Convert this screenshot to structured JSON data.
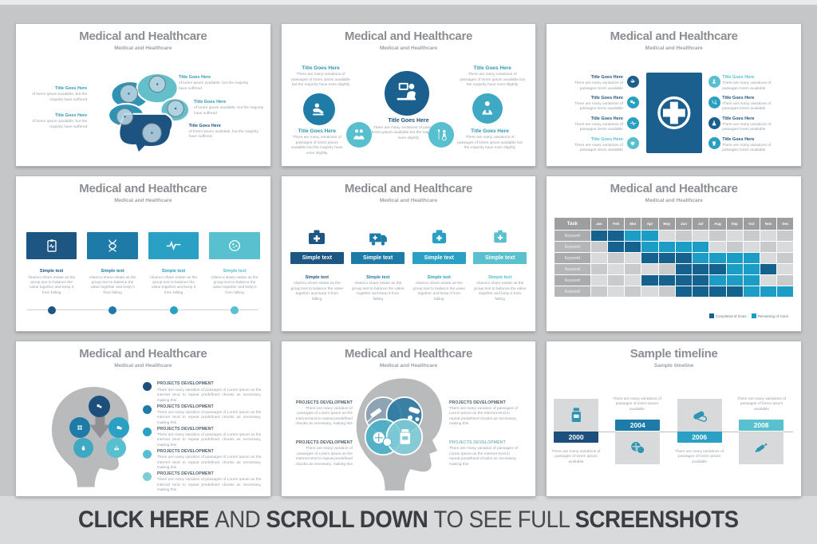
{
  "banner": {
    "segments": [
      {
        "text": "CLICK HERE ",
        "bold": true
      },
      {
        "text": "AND ",
        "bold": false
      },
      {
        "text": "SCROLL DOWN ",
        "bold": true
      },
      {
        "text": "TO SEE FULL ",
        "bold": false
      },
      {
        "text": "SCREENSHOTS",
        "bold": true
      }
    ]
  },
  "colors": {
    "navy": "#1d5380",
    "blue": "#1f7ca7",
    "teal": "#2aa0c0",
    "light_teal": "#58bfcf",
    "lighter_teal": "#7fccd6",
    "gantt_completed": "#16628f",
    "gantt_remaining": "#1b9dc6",
    "title_gray": "#8b8e92",
    "body_gray": "#9aa0a6",
    "gray_box": "#d8d9da"
  },
  "slides": {
    "brain": {
      "title": "Medical and Healthcare",
      "subtitle": "Medical and Healthcare",
      "labels": [
        {
          "title": "Title Goes Here",
          "body": "of lorem ipsum available, but the majority have suffered"
        },
        {
          "title": "Title Goes Here",
          "body": "of lorem ipsum available, but the majority have suffered"
        },
        {
          "title": "Title Goes Here",
          "body": "of lorem ipsum available, but the majority have suffered"
        },
        {
          "title": "Title Goes Here",
          "body": "of lorem ipsum available, but the majority have suffered"
        },
        {
          "title": "Title Goes Here",
          "body": "of lorem ipsum available, but the majority have suffered"
        }
      ]
    },
    "icons5": {
      "title": "Medical and Healthcare",
      "subtitle": "Medical and Healthcare",
      "items": [
        {
          "title": "Title Goes Here",
          "body": "There are many variations of passages of lorem ipsum available but the majority have even slightly"
        },
        {
          "title": "Title Goes Here",
          "body": "There are many variations of passages of lorem ipsum available but the majority have even slightly"
        },
        {
          "title": "Title Goes Here",
          "body": "There are many variations of passages of lorem ipsum available but the majority have even slightly"
        },
        {
          "title": "Title Goes Here",
          "body": "There are many variations of passages of lorem ipsum available but the majority have even slightly"
        },
        {
          "title": "Title Goes Here",
          "body": "There are many variations of passages of lorem ipsum available but the majority have even slightly"
        }
      ]
    },
    "cross8": {
      "title": "Medical and Healthcare",
      "subtitle": "Medical and Healthcare",
      "left": [
        {
          "title": "Title Goes Here",
          "body": "There are many variations of passages lorem available"
        },
        {
          "title": "Title Goes Here",
          "body": "There are many variations of passages lorem available"
        },
        {
          "title": "Title Goes Here",
          "body": "There are many variations of passages lorem available"
        },
        {
          "title": "Title Goes Here",
          "body": "There are many variations of passages lorem available"
        }
      ],
      "right": [
        {
          "title": "Title Goes Here",
          "body": "There are many variations of passages lorem available"
        },
        {
          "title": "Title Goes Here",
          "body": "There are many variations of passages lorem available"
        },
        {
          "title": "Title Goes Here",
          "body": "There are many variations of passages lorem available"
        },
        {
          "title": "Title Goes Here",
          "body": "There are many variations of passages lorem available"
        }
      ]
    },
    "steps4": {
      "title": "Medical and Healthcare",
      "subtitle": "Medical and Healthcare",
      "items": [
        {
          "heading": "Simple text",
          "body": "Aliamco share estate as the group text to balance the value together and keep it from falling"
        },
        {
          "heading": "Simple text",
          "body": "Aliamco share estate as the group text to balance the value together and keep it from falling"
        },
        {
          "heading": "Simple text",
          "body": "Aliamco share estate as the group text to balance the value together and keep it from falling"
        },
        {
          "heading": "Simple text",
          "body": "Aliamco share estate as the group text to balance the value together and keep it from falling"
        }
      ]
    },
    "kits4": {
      "title": "Medical and Healthcare",
      "subtitle": "Medical and Healthcare",
      "items": [
        {
          "bar_label": "Simple text",
          "heading": "Simple text",
          "body": "Aliamco share estate as the group text to balance the value together and keep it from falling"
        },
        {
          "bar_label": "Simple text",
          "heading": "Simple text",
          "body": "Aliamco share estate as the group text to balance the value together and keep it from falling"
        },
        {
          "bar_label": "Simple text",
          "heading": "Simple text",
          "body": "Aliamco share estate as the group text to balance the value together and keep it from falling"
        },
        {
          "bar_label": "Simple text",
          "heading": "Simple text",
          "body": "Aliamco share estate as the group text to balance the value together and keep it from falling"
        }
      ]
    },
    "gantt": {
      "title": "Medical and Healthcare",
      "subtitle": "Medical and Healthcare",
      "task_header": "Task",
      "row_label": "Keyword",
      "months": [
        "Jan",
        "Feb",
        "Mar",
        "Apr",
        "May",
        "Jun",
        "Jul",
        "Aug",
        "Sep",
        "Oct",
        "Nov",
        "Dec"
      ],
      "rows": [
        {
          "cells": [
            "c",
            "c",
            "r",
            "r",
            "",
            "",
            "",
            "",
            "",
            "",
            "",
            ""
          ]
        },
        {
          "cells": [
            "",
            "c",
            "c",
            "r",
            "r",
            "r",
            "r",
            "",
            "",
            "",
            "",
            ""
          ]
        },
        {
          "cells": [
            "",
            "",
            "",
            "c",
            "c",
            "c",
            "r",
            "r",
            "r",
            "r",
            "",
            ""
          ]
        },
        {
          "cells": [
            "",
            "",
            "",
            "",
            "",
            "c",
            "c",
            "c",
            "r",
            "r",
            "c",
            ""
          ]
        },
        {
          "cells": [
            "",
            "",
            "",
            "c",
            "c",
            "c",
            "c",
            "r",
            "r",
            "r",
            "",
            ""
          ]
        },
        {
          "cells": [
            "",
            "",
            "",
            "",
            "",
            "c",
            "c",
            "c",
            "c",
            "r",
            "r",
            "r"
          ]
        }
      ],
      "legend": {
        "completed": "Completed of Goes",
        "remaining": "Remaining of Goes"
      }
    },
    "head_list": {
      "title": "Medical and Healthcare",
      "subtitle": "Medical and Healthcare",
      "items": [
        {
          "heading": "PROJECTS DEVELOPMENT",
          "body": "There are many variation of passages of Lorem Ipsum as the Internet tend to repeat predefined chunks as necessary, making this"
        },
        {
          "heading": "PROJECTS DEVELOPMENT",
          "body": "There are many variation of passages of Lorem Ipsum as the Internet tend to repeat predefined chunks as necessary, making this"
        },
        {
          "heading": "PROJECTS DEVELOPMENT",
          "body": "There are many variation of passages of Lorem Ipsum as the Internet tend to repeat predefined chunks as necessary, making this"
        },
        {
          "heading": "PROJECTS DEVELOPMENT",
          "body": "There are many variation of passages of Lorem Ipsum as the Internet tend to repeat predefined chunks as necessary, making this"
        },
        {
          "heading": "PROJECTS DEVELOPMENT",
          "body": "There are many variation of passages of Lorem Ipsum as the Internet tend to repeat predefined chunks as necessary, making this"
        }
      ]
    },
    "head_venn": {
      "title": "Medical and Healthcare",
      "subtitle": "Medical and Healthcare",
      "items": [
        {
          "heading": "PROJECTS DEVELOPMENT",
          "body": "There are many variation of passages of Lorem Ipsum as the Internet tend to repeat predefined chunks as necessary, making this"
        },
        {
          "heading": "PROJECTS DEVELOPMENT",
          "body": "There are many variation of passages of Lorem Ipsum as the Internet tend to repeat predefined chunks as necessary, making this"
        },
        {
          "heading": "PROJECTS DEVELOPMENT",
          "body": "There are many variation of passages of Lorem Ipsum as the Internet tend to repeat predefined chunks as necessary, making this"
        },
        {
          "heading": "PROJECTS DEVELOPMENT",
          "body": "There are many variation of passages of Lorem Ipsum as the Internet tend to repeat predefined chunks as necessary, making this"
        }
      ]
    },
    "timeline": {
      "title": "Sample timeline",
      "subtitle": "Sample timeline",
      "caption": "There are many variations of passages of lorem ipsum available",
      "milestones": [
        {
          "year": "2000"
        },
        {
          "year": "2004"
        },
        {
          "year": "2006"
        },
        {
          "year": "2008"
        }
      ]
    }
  }
}
